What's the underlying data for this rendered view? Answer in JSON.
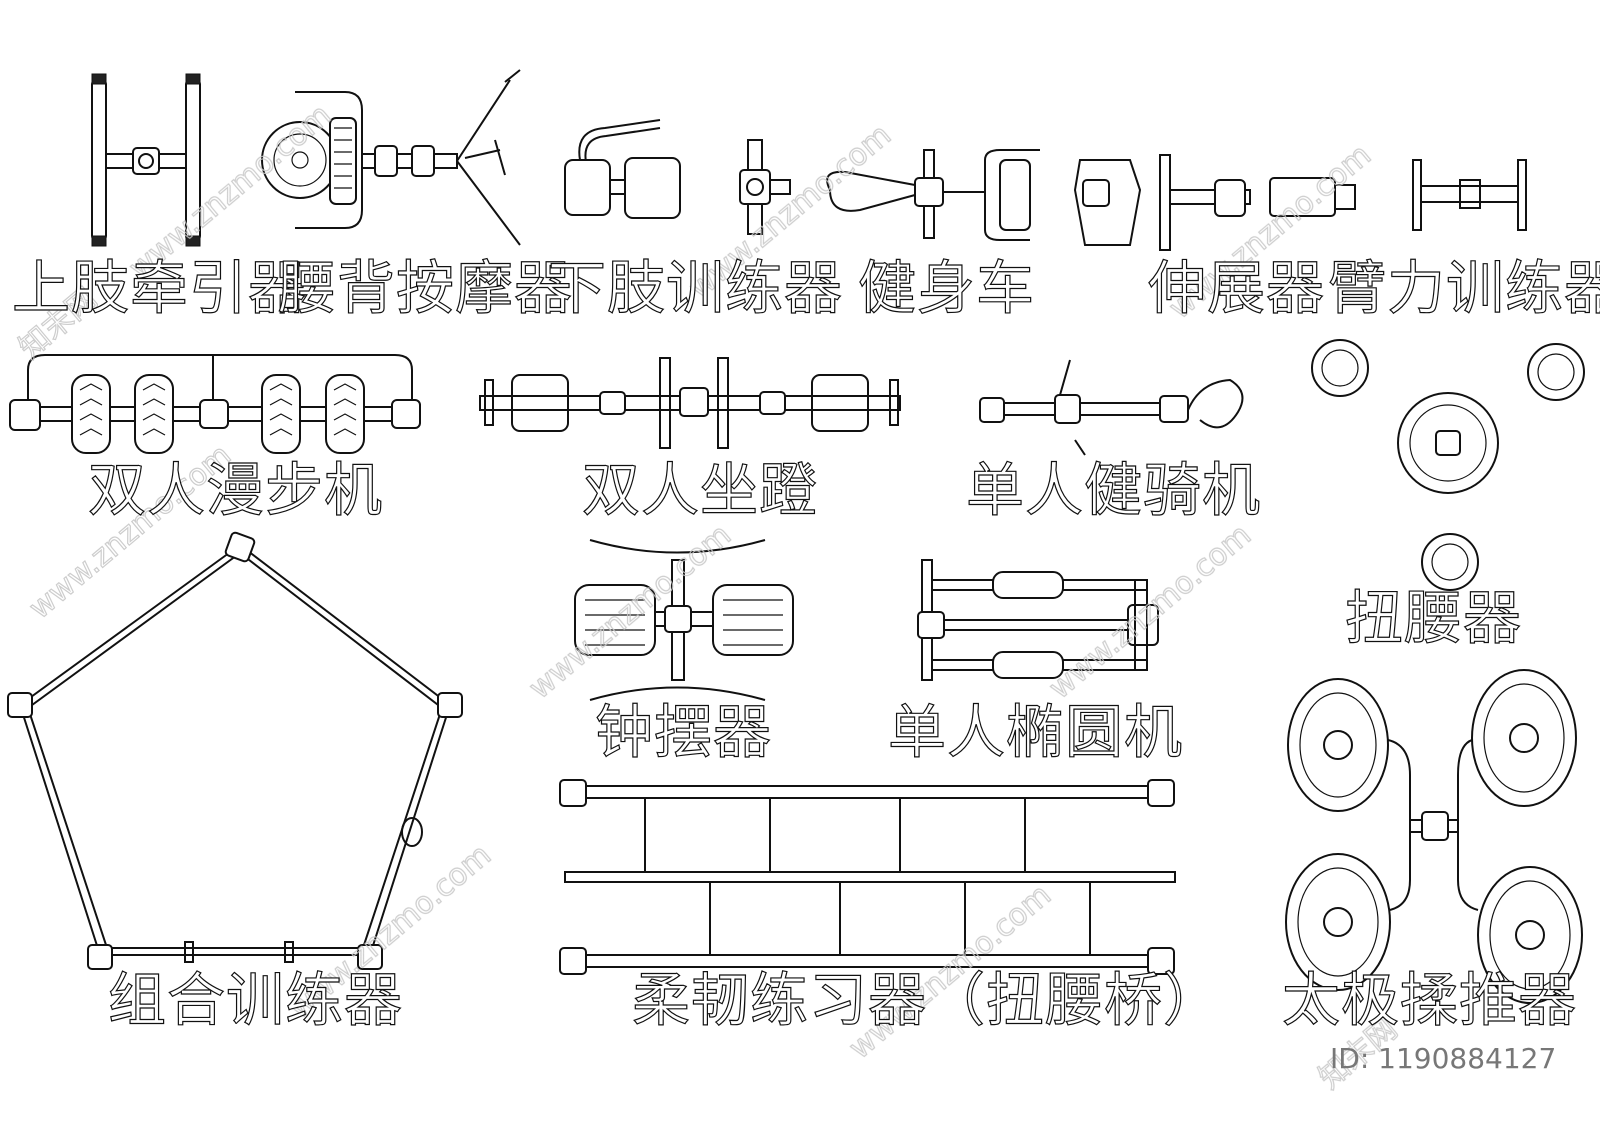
{
  "labels": {
    "upper_limb": "上肢牵引器",
    "waist_massage": "腰背按摩器",
    "lower_limb": "下肢训练器",
    "bike": "健身车",
    "stretcher": "伸展器",
    "arm": "臂力训练器",
    "double_walker": "双人漫步机",
    "double_seat": "双人坐蹬",
    "single_rider": "单人健骑机",
    "waist_twister": "扭腰器",
    "pendulum": "钟摆器",
    "elliptical": "单人椭圆机",
    "combo": "组合训练器",
    "flex_bridge": "柔韧练习器（扭腰桥）",
    "taichi": "太极揉推器"
  },
  "watermark": {
    "site": "www.znzmo.com",
    "brand": "知末网",
    "id": "ID: 1190884127"
  }
}
